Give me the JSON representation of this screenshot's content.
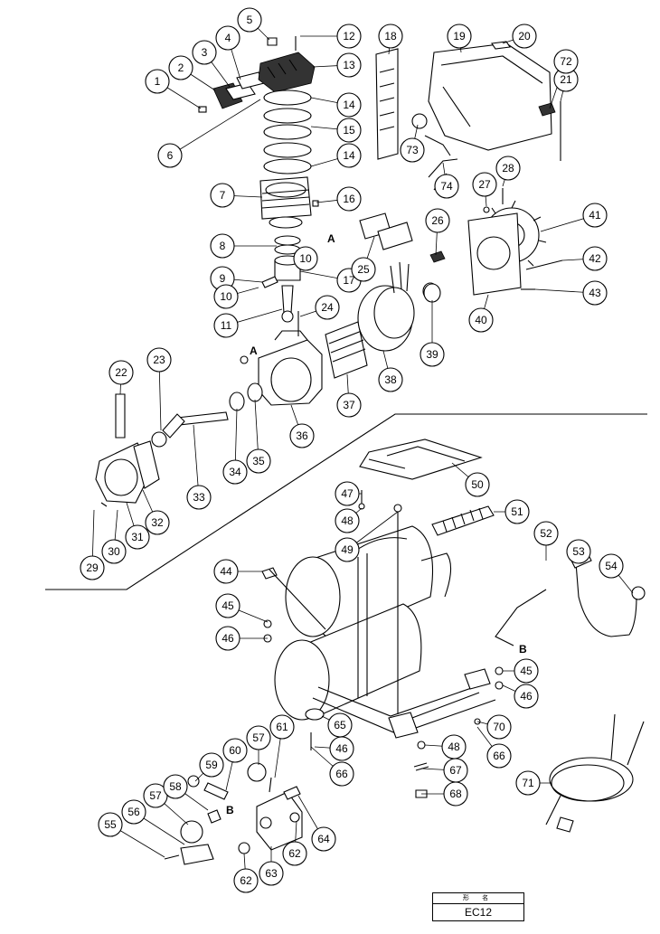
{
  "model_table": {
    "header": "形 名",
    "model": "EC12"
  },
  "reference_marks": {
    "a": "A",
    "b": "B"
  },
  "callouts": [
    "1",
    "2",
    "3",
    "4",
    "5",
    "6",
    "7",
    "8",
    "9",
    "10",
    "10",
    "11",
    "12",
    "13",
    "14",
    "14",
    "15",
    "16",
    "17",
    "18",
    "19",
    "20",
    "21",
    "22",
    "23",
    "24",
    "25",
    "26",
    "27",
    "28",
    "29",
    "30",
    "31",
    "32",
    "33",
    "34",
    "35",
    "36",
    "37",
    "38",
    "39",
    "40",
    "41",
    "42",
    "43",
    "44",
    "45",
    "45",
    "46",
    "46",
    "46",
    "47",
    "48",
    "48",
    "49",
    "50",
    "51",
    "52",
    "53",
    "54",
    "55",
    "56",
    "57",
    "57",
    "58",
    "59",
    "60",
    "61",
    "62",
    "62",
    "63",
    "64",
    "65",
    "66",
    "66",
    "67",
    "68",
    "70",
    "71",
    "72",
    "73",
    "74"
  ]
}
